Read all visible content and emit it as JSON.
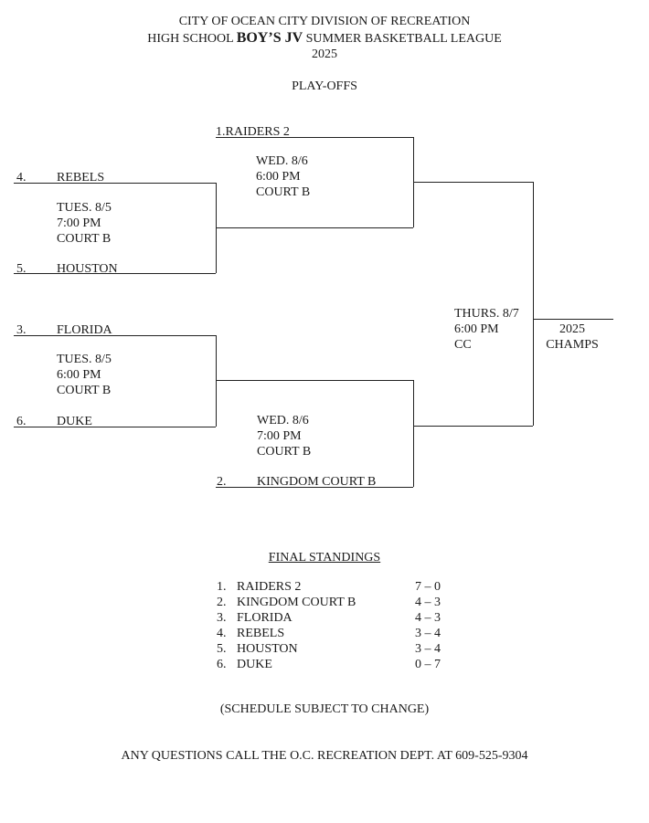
{
  "header": {
    "line1": "CITY OF OCEAN CITY DIVISION OF RECREATION",
    "line2_pre": "HIGH SCHOOL ",
    "line2_bold": "BOY’S JV",
    "line2_post": " SUMMER BASKETBALL LEAGUE",
    "year": "2025",
    "subtitle": "PLAY-OFFS"
  },
  "bracket": {
    "seed1": {
      "seed": "1.",
      "team": "RAIDERS 2"
    },
    "seed4": {
      "seed": "4.",
      "team": "REBELS"
    },
    "seed5": {
      "seed": "5.",
      "team": "HOUSTON"
    },
    "seed3": {
      "seed": "3.",
      "team": "FLORIDA"
    },
    "seed6": {
      "seed": "6.",
      "team": "DUKE"
    },
    "seed2": {
      "seed": "2.",
      "team": "KINGDOM COURT B"
    },
    "game_4v5": {
      "day": "TUES. 8/5",
      "time": "7:00 PM",
      "court": "COURT B"
    },
    "game_3v6": {
      "day": "TUES. 8/5",
      "time": "6:00 PM",
      "court": "COURT B"
    },
    "semi_top": {
      "day": "WED. 8/6",
      "time": "6:00 PM",
      "court": "COURT B"
    },
    "semi_bottom": {
      "day": "WED. 8/6",
      "time": "7:00 PM",
      "court": "COURT B"
    },
    "final": {
      "day": "THURS. 8/7",
      "time": "6:00 PM",
      "court": "CC"
    },
    "champ": {
      "year": "2025",
      "label": "CHAMPS"
    }
  },
  "standings": {
    "title": "FINAL STANDINGS",
    "rows": [
      {
        "rank": "1.",
        "team": "RAIDERS 2",
        "record": "7 – 0"
      },
      {
        "rank": "2.",
        "team": "KINGDOM COURT B",
        "record": "4 – 3"
      },
      {
        "rank": "3.",
        "team": "FLORIDA",
        "record": "4 – 3"
      },
      {
        "rank": "4.",
        "team": "REBELS",
        "record": "3 – 4"
      },
      {
        "rank": "5.",
        "team": "HOUSTON",
        "record": "3 – 4"
      },
      {
        "rank": "6.",
        "team": "DUKE",
        "record": "0 – 7"
      }
    ]
  },
  "footer": {
    "disclaimer": "(SCHEDULE SUBJECT TO CHANGE)",
    "contact": "ANY QUESTIONS CALL THE O.C. RECREATION DEPT. AT 609-525-9304"
  }
}
